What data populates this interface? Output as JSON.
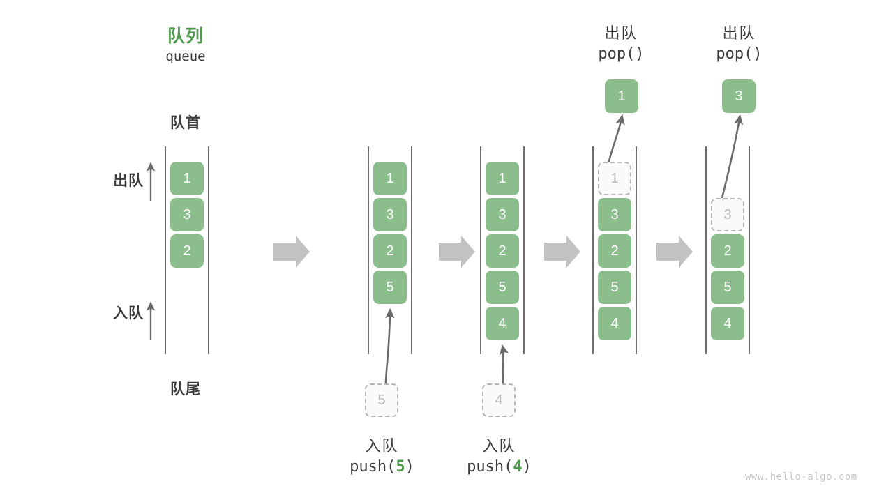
{
  "diagram": {
    "title_cn": "队列",
    "title_en": "queue",
    "head_label": "队首",
    "tail_label": "队尾",
    "dequeue_axis_label": "出队",
    "enqueue_axis_label": "入队",
    "watermark": "www.hello-algo.com",
    "colors": {
      "cell_fill": "#8cbd8c",
      "cell_text": "#ffffff",
      "accent_green": "#4d9a4d",
      "ghost_border": "#b4b4b4",
      "ghost_text": "#b9b9b9",
      "rail": "#4a4a4a",
      "arrow_gray": "#6b6b6b",
      "transition_arrow": "#c2c2c2",
      "watermark": "#c8c8c8"
    }
  },
  "steps": [
    {
      "id": "initial",
      "cells": [
        {
          "value": "1",
          "state": "filled"
        },
        {
          "value": "3",
          "state": "filled"
        },
        {
          "value": "2",
          "state": "filled"
        }
      ],
      "incoming": null,
      "outgoing": null,
      "caption_cn": "",
      "caption_code": ""
    },
    {
      "id": "push-5",
      "cells": [
        {
          "value": "1",
          "state": "filled"
        },
        {
          "value": "3",
          "state": "filled"
        },
        {
          "value": "2",
          "state": "filled"
        },
        {
          "value": "5",
          "state": "filled"
        }
      ],
      "incoming": {
        "value": "5",
        "state": "ghost"
      },
      "outgoing": null,
      "caption_cn": "入队",
      "caption_code": "push(5)",
      "caption_arg": "5"
    },
    {
      "id": "push-4",
      "cells": [
        {
          "value": "1",
          "state": "filled"
        },
        {
          "value": "3",
          "state": "filled"
        },
        {
          "value": "2",
          "state": "filled"
        },
        {
          "value": "5",
          "state": "filled"
        },
        {
          "value": "4",
          "state": "filled"
        }
      ],
      "incoming": {
        "value": "4",
        "state": "ghost"
      },
      "outgoing": null,
      "caption_cn": "入队",
      "caption_code": "push(4)",
      "caption_arg": "4"
    },
    {
      "id": "pop-1",
      "cells": [
        {
          "value": "1",
          "state": "ghost"
        },
        {
          "value": "3",
          "state": "filled"
        },
        {
          "value": "2",
          "state": "filled"
        },
        {
          "value": "5",
          "state": "filled"
        },
        {
          "value": "4",
          "state": "filled"
        }
      ],
      "incoming": null,
      "outgoing": {
        "value": "1",
        "state": "filled"
      },
      "header_cn": "出队",
      "header_code": "pop()"
    },
    {
      "id": "pop-3",
      "cells": [
        {
          "value": "",
          "state": "empty"
        },
        {
          "value": "3",
          "state": "ghost"
        },
        {
          "value": "2",
          "state": "filled"
        },
        {
          "value": "5",
          "state": "filled"
        },
        {
          "value": "4",
          "state": "filled"
        }
      ],
      "incoming": null,
      "outgoing": {
        "value": "3",
        "state": "filled"
      },
      "header_cn": "出队",
      "header_code": "pop()"
    }
  ],
  "transition_arrows": [
    {
      "id": "arrow-1-2"
    },
    {
      "id": "arrow-2-3"
    },
    {
      "id": "arrow-3-4"
    },
    {
      "id": "arrow-4-5"
    }
  ]
}
